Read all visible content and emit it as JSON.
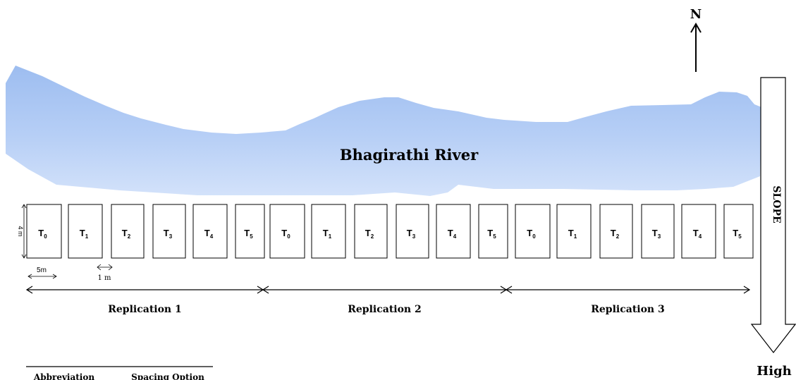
{
  "compass": {
    "label": "N"
  },
  "river": {
    "label": "Bhagirathi River",
    "color": "#a9c4f2"
  },
  "slope": {
    "label": "SLOPE",
    "bottom_label": "High"
  },
  "dimensions": {
    "plot_length": "5m",
    "plot_width": "4 m",
    "gap": "1 m"
  },
  "replications": [
    {
      "label": "Replication 1",
      "plots": [
        {
          "letter": "T",
          "sub": "0"
        },
        {
          "letter": "T",
          "sub": "1"
        },
        {
          "letter": "T",
          "sub": "2"
        },
        {
          "letter": "T",
          "sub": "3"
        },
        {
          "letter": "T",
          "sub": "4"
        },
        {
          "letter": "T",
          "sub": "5"
        }
      ]
    },
    {
      "label": "Replication 2",
      "plots": [
        {
          "letter": "T",
          "sub": "0"
        },
        {
          "letter": "T",
          "sub": "1"
        },
        {
          "letter": "T",
          "sub": "2"
        },
        {
          "letter": "T",
          "sub": "3"
        },
        {
          "letter": "T",
          "sub": "4"
        },
        {
          "letter": "T",
          "sub": "5"
        }
      ]
    },
    {
      "label": "Replication 3",
      "plots": [
        {
          "letter": "T",
          "sub": "0"
        },
        {
          "letter": "T",
          "sub": "1"
        },
        {
          "letter": "T",
          "sub": "2"
        },
        {
          "letter": "T",
          "sub": "3"
        },
        {
          "letter": "T",
          "sub": "4"
        },
        {
          "letter": "T",
          "sub": "5"
        }
      ]
    }
  ],
  "legend_table": {
    "headers": [
      "Abbreviation",
      "Spacing Option"
    ]
  }
}
